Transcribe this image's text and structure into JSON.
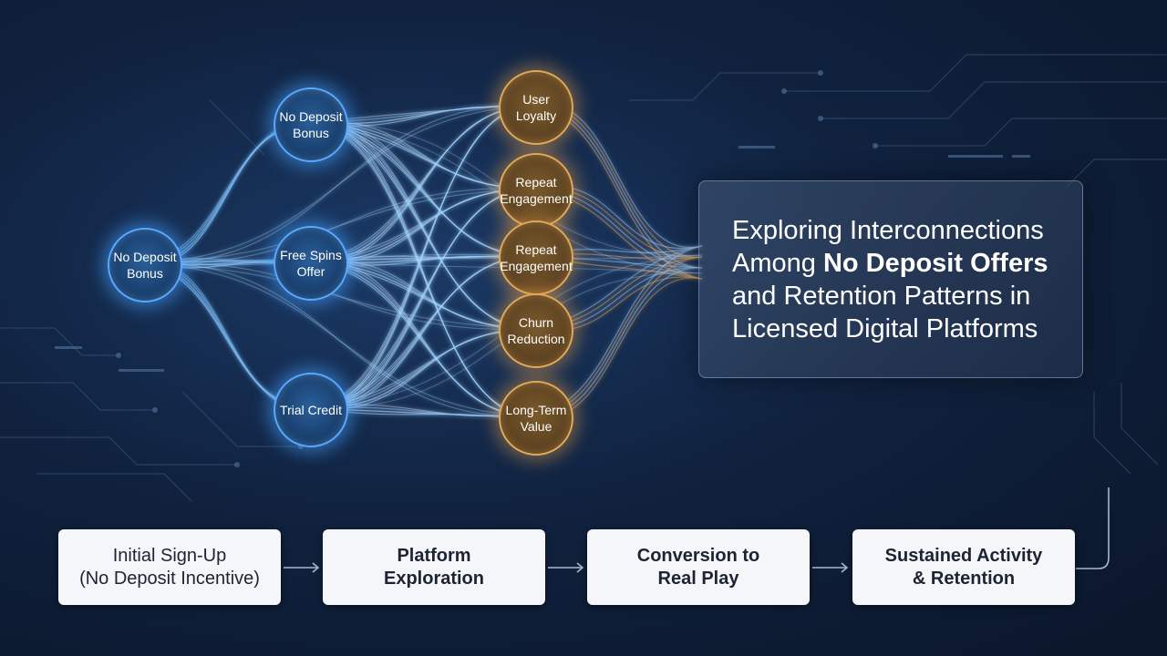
{
  "network": {
    "left_node": "No Deposit Bonus",
    "middle_nodes": [
      "No Deposit Bonus",
      "Free Spins Offer",
      "Trial Credit"
    ],
    "outcome_nodes": [
      "User Loyalty",
      "Repeat Engagement",
      "Repeat Engagement",
      "Churn Reduction",
      "Long-Term Value"
    ]
  },
  "title_card": {
    "line1": "Exploring Interconnections",
    "line2_pre": "Among ",
    "line2_bold": "No Deposit Offers",
    "line3": "and Retention Patterns in",
    "line4": "Licensed Digital Platforms"
  },
  "flow_steps": [
    {
      "line1": "Initial Sign-Up",
      "line2": "(No Deposit Incentive)"
    },
    {
      "line1": "Platform",
      "line2": "Exploration"
    },
    {
      "line1": "Conversion to",
      "line2": "Real Play"
    },
    {
      "line1": "Sustained Activity",
      "line2": "& Retention"
    }
  ],
  "colors": {
    "blue_glow": "#5aa8ff",
    "gold_glow": "#e2a858",
    "connector": "#aab8cc"
  }
}
